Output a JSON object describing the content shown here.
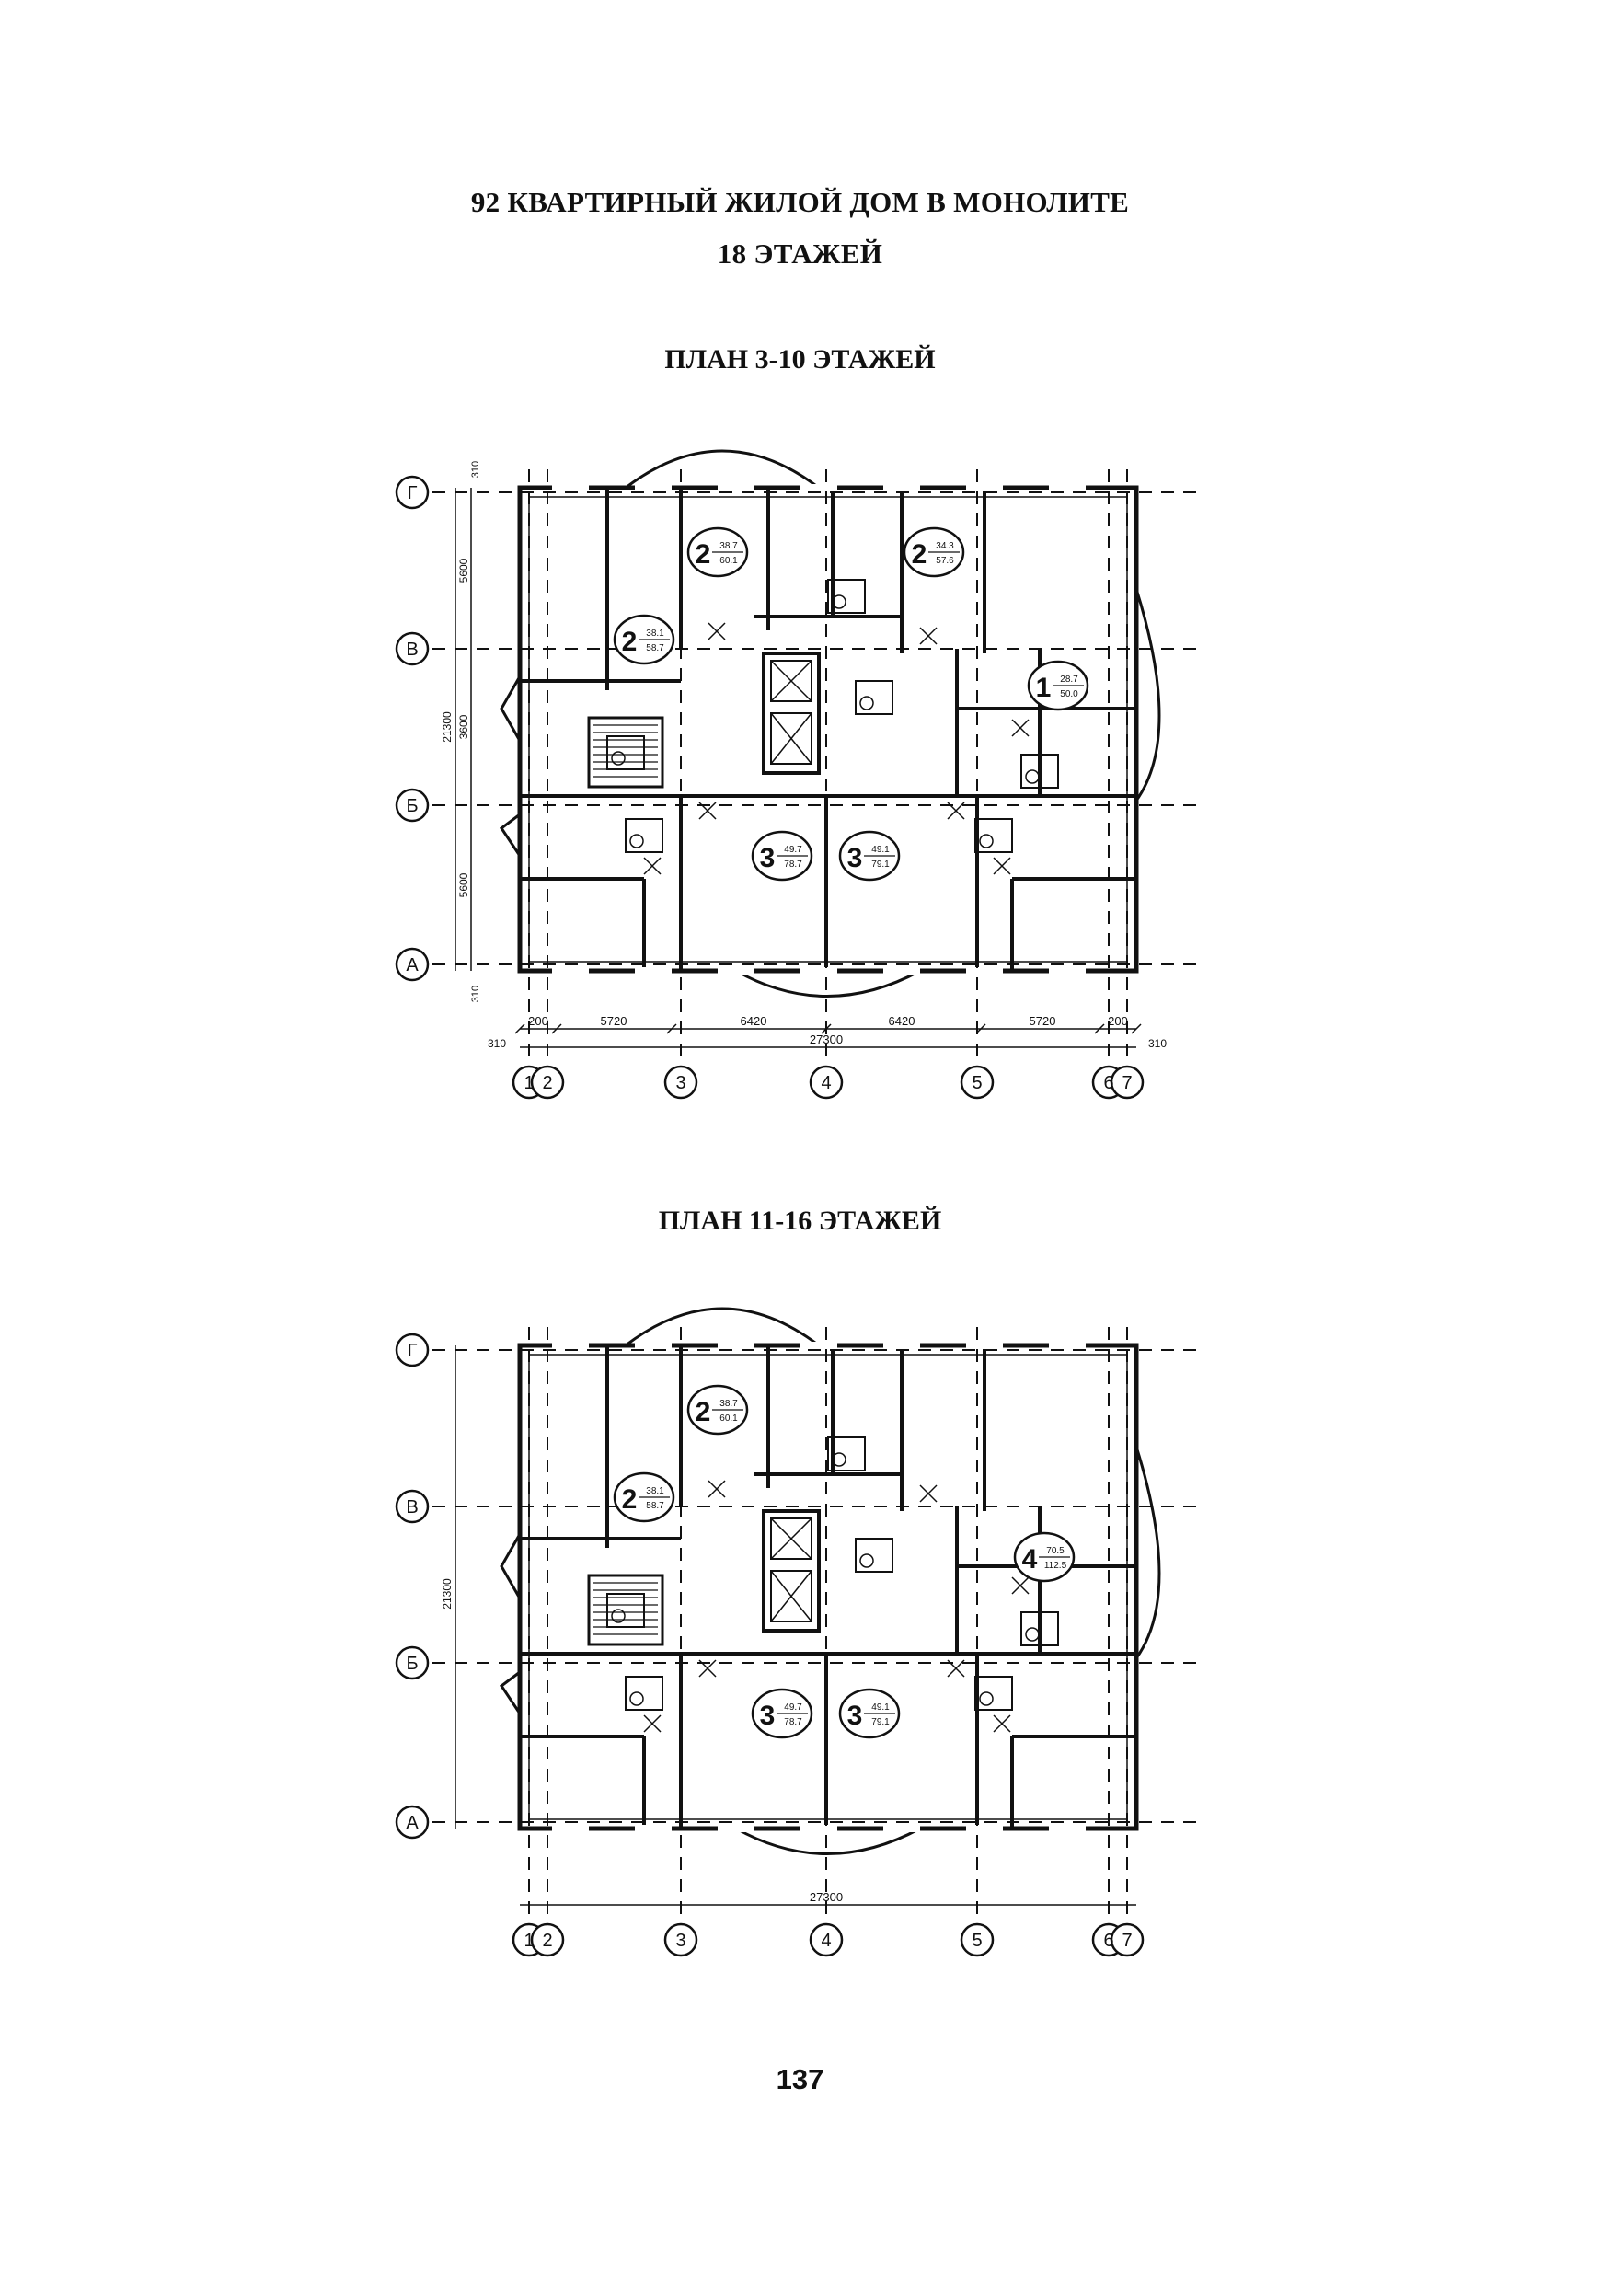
{
  "title": {
    "line1": "92 КВАРТИРНЫЙ ЖИЛОЙ ДОМ В МОНОЛИТЕ",
    "line2": "18 ЭТАЖЕЙ"
  },
  "plans": [
    {
      "title": "ПЛАН 3-10 ЭТАЖЕЙ",
      "row_axes": [
        "Г",
        "В",
        "Б",
        "А"
      ],
      "column_axes": [
        "1",
        "2",
        "3",
        "4",
        "5",
        "6",
        "7"
      ],
      "bottom_dims": [
        "200",
        "5720",
        "6420",
        "6420",
        "5720",
        "200"
      ],
      "overall_dim": "27300",
      "edge_dims": [
        "310",
        "310"
      ],
      "left_dims": [
        "5600",
        "3600",
        "21300",
        "5600"
      ],
      "left_edge_dims": [
        "310",
        "310"
      ],
      "apartments": [
        {
          "rooms": "2",
          "area": "38.7",
          "total": "60.1"
        },
        {
          "rooms": "2",
          "area": "34.3",
          "total": "57.6"
        },
        {
          "rooms": "2",
          "area": "38.1",
          "total": "58.7"
        },
        {
          "rooms": "1",
          "area": "28.7",
          "total": "50.0"
        },
        {
          "rooms": "3",
          "area": "49.7",
          "total": "78.7"
        },
        {
          "rooms": "3",
          "area": "49.1",
          "total": "79.1"
        }
      ]
    },
    {
      "title": "ПЛАН 11-16 ЭТАЖЕЙ",
      "row_axes": [
        "Г",
        "В",
        "Б",
        "А"
      ],
      "column_axes": [
        "1",
        "2",
        "3",
        "4",
        "5",
        "6",
        "7"
      ],
      "bottom_dims": [],
      "overall_dim": "27300",
      "edge_dims": [],
      "left_dims": [
        "21300"
      ],
      "left_edge_dims": [],
      "apartments": [
        {
          "rooms": "2",
          "area": "38.7",
          "total": "60.1"
        },
        {
          "rooms": "2",
          "area": "38.1",
          "total": "58.7"
        },
        {
          "rooms": "4",
          "area": "70.5",
          "total": "112.5"
        },
        {
          "rooms": "3",
          "area": "49.7",
          "total": "78.7"
        },
        {
          "rooms": "3",
          "area": "49.1",
          "total": "79.1"
        }
      ]
    }
  ],
  "page_number": "137"
}
